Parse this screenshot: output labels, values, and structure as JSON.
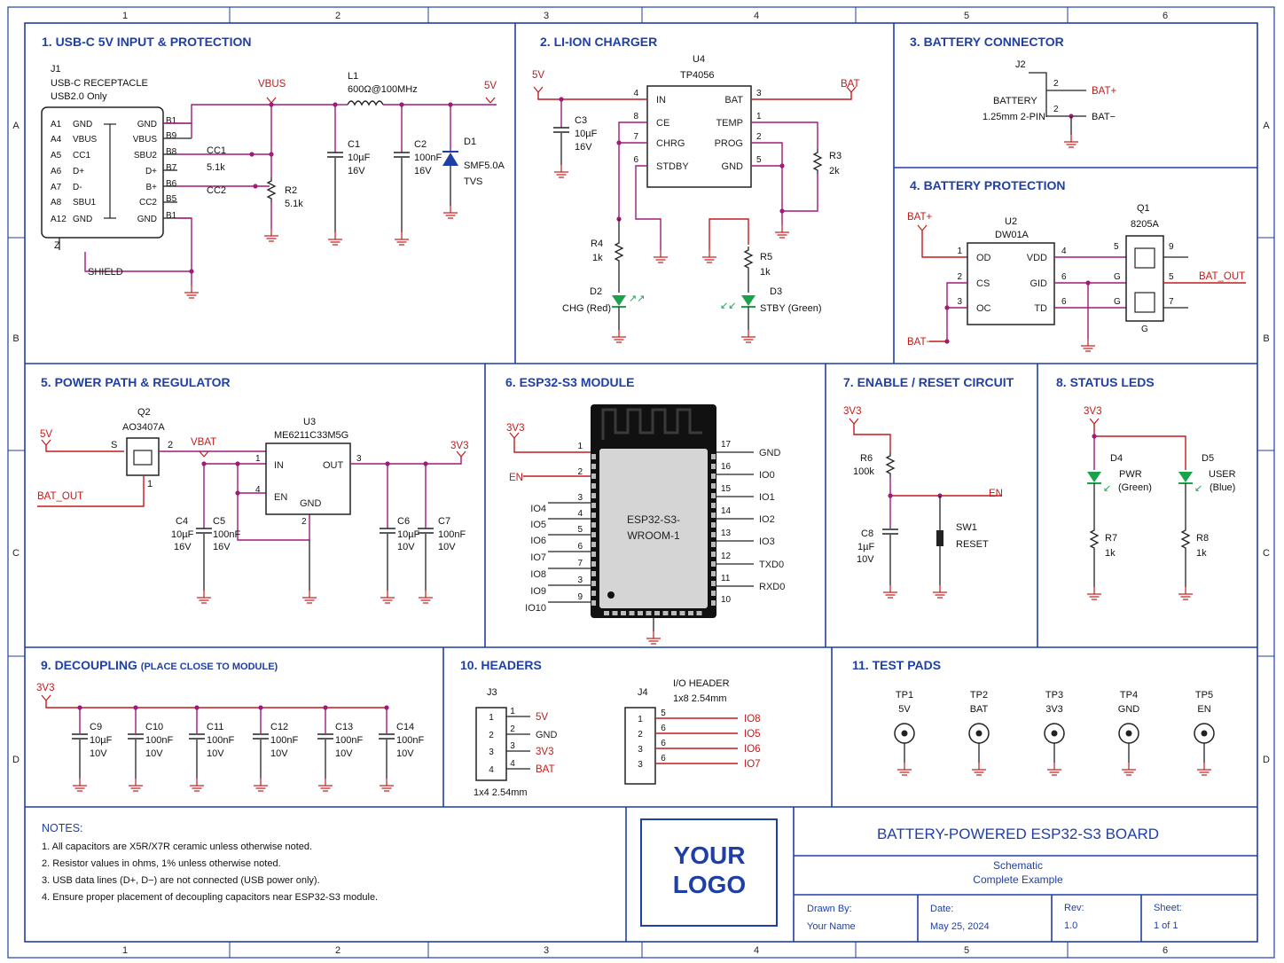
{
  "frame": {
    "cols": [
      "1",
      "2",
      "3",
      "4",
      "5",
      "6"
    ],
    "rows": [
      "A",
      "B",
      "C",
      "D"
    ]
  },
  "sections": {
    "s1": {
      "title": "1. USB-C 5V INPUT & PROTECTION"
    },
    "s2": {
      "title": "2. LI-ION CHARGER"
    },
    "s3": {
      "title": "3. BATTERY CONNECTOR"
    },
    "s4": {
      "title": "4. BATTERY PROTECTION"
    },
    "s5": {
      "title": "5. POWER PATH & REGULATOR"
    },
    "s6": {
      "title": "6. ESP32-S3 MODULE"
    },
    "s7": {
      "title": "7. ENABLE / RESET CIRCUIT"
    },
    "s8": {
      "title": "8. STATUS LEDS"
    },
    "s9": {
      "title": "9. DECOUPLING",
      "note": "(PLACE CLOSE TO MODULE)"
    },
    "s10": {
      "title": "10. HEADERS"
    },
    "s11": {
      "title": "11. TEST PADS"
    }
  },
  "usb": {
    "ref": "J1",
    "name": "USB-C RECEPTACLE",
    "sub": "USB2.0 Only",
    "left_pins": [
      "A1",
      "A4",
      "A5",
      "A6",
      "A7",
      "A8",
      "A12"
    ],
    "left_names": [
      "GND",
      "VBUS",
      "CC1",
      "D+",
      "D-",
      "SBU1",
      "GND"
    ],
    "right_names": [
      "GND",
      "VBUS",
      "SBU2",
      "D+",
      "B+",
      "CC2",
      "GND"
    ],
    "right_pins": [
      "B1",
      "B9",
      "B8",
      "B7",
      "B6",
      "B5",
      "B1"
    ],
    "shield": "SHIELD",
    "z": "Z",
    "cc1": "CC1",
    "cc2": "CC2",
    "r_val": "5.1k",
    "vbus": "VBUS",
    "r2_ref": "R2",
    "r2_val": "5.1k",
    "l1_ref": "L1",
    "l1_val": "600Ω@100MHz",
    "net_5v": "5V",
    "c1_ref": "C1",
    "c1_val": "10µF",
    "c1_v": "16V",
    "c2_ref": "C2",
    "c2_val": "100nF",
    "c2_v": "16V",
    "d1_ref": "D1",
    "d1_val": "SMF5.0A",
    "d1_type": "TVS"
  },
  "charger": {
    "net_5v": "5V",
    "net_bat": "BAT",
    "u_ref": "U4",
    "u_name": "TP4056",
    "pins_left": [
      "IN",
      "CE",
      "CHRG",
      "STDBY"
    ],
    "pins_left_num": [
      "4",
      "8",
      "7",
      "6"
    ],
    "pins_right": [
      "BAT",
      "TEMP",
      "PROG",
      "GND"
    ],
    "pins_right_num": [
      "3",
      "1",
      "2",
      "5"
    ],
    "c3_ref": "C3",
    "c3_val": "10µF",
    "c3_v": "16V",
    "r3_ref": "R3",
    "r3_val": "2k",
    "r4_ref": "R4",
    "r4_val": "1k",
    "r5_ref": "R5",
    "r5_val": "1k",
    "d2_ref": "D2",
    "d2_val": "CHG (Red)",
    "d3_ref": "D3",
    "d3_val": "STBY (Green)"
  },
  "battery": {
    "ref": "J2",
    "name": "BATTERY",
    "pkg": "1.25mm 2-PIN",
    "pin1": "2",
    "pin2": "2",
    "net_pos": "BAT+",
    "net_neg": "BAT−"
  },
  "protection": {
    "net_in": "BAT+",
    "net_neg": "BAT−",
    "net_out": "BAT_OUT",
    "u_ref": "U2",
    "u_name": "DW01A",
    "pins_left": [
      "OD",
      "CS",
      "OC"
    ],
    "pins_left_num": [
      "1",
      "2",
      "3"
    ],
    "pins_right": [
      "VDD",
      "GID",
      "TD"
    ],
    "pins_right_num": [
      "4",
      "6",
      "6"
    ],
    "q_ref": "Q1",
    "q_name": "8205A",
    "q_pins": [
      "5",
      "9",
      "G",
      "5",
      "G",
      "7",
      "G"
    ]
  },
  "regulator": {
    "net_5v": "5V",
    "net_bat_out": "BAT_OUT",
    "net_vbat": "VBAT",
    "net_3v3": "3V3",
    "q_ref": "Q2",
    "q_name": "AO3407A",
    "q_s": "S",
    "q_2": "2",
    "q_1": "1",
    "u_ref": "U3",
    "u_name": "ME6211C33M5G",
    "pin_in": "IN",
    "pin_out": "OUT",
    "pin_en": "EN",
    "pin_gnd": "GND",
    "pin_in_num": "1",
    "pin_en_num": "4",
    "pin_out_num": "3",
    "pin_gnd_num": "2",
    "c4_ref": "C4",
    "c4_val": "10µF",
    "c4_v": "16V",
    "c5_ref": "C5",
    "c5_val": "100nF",
    "c5_v": "16V",
    "c6_ref": "C6",
    "c6_val": "10µF",
    "c6_v": "10V",
    "c7_ref": "C7",
    "c7_val": "100nF",
    "c7_v": "10V"
  },
  "module": {
    "name_1": "ESP32-S3-",
    "name_2": "WROOM-1",
    "net_3v3": "3V3",
    "net_en": "EN",
    "left_nets": [
      "IO4",
      "IO5",
      "IO6",
      "IO7",
      "IO8",
      "IO9",
      "IO10"
    ],
    "left_pins_top": [
      "1",
      "2"
    ],
    "left_pins": [
      "3",
      "4",
      "5",
      "6",
      "7",
      "3",
      "9"
    ],
    "right_pins": [
      "17",
      "16",
      "15",
      "14",
      "13",
      "12",
      "11",
      "10"
    ],
    "right_nets": [
      "GND",
      "IO0",
      "IO1",
      "IO2",
      "IO3",
      "TXD0",
      "RXD0"
    ]
  },
  "reset": {
    "net_3v3": "3V3",
    "net_en": "EN",
    "r6_ref": "R6",
    "r6_val": "100k",
    "c8_ref": "C8",
    "c8_val": "1µF",
    "c8_v": "10V",
    "sw_ref": "SW1",
    "sw_name": "RESET"
  },
  "leds": {
    "net_3v3": "3V3",
    "d4_ref": "D4",
    "d4_name": "PWR",
    "d4_color": "(Green)",
    "d5_ref": "D5",
    "d5_name": "USER",
    "d5_color": "(Blue)",
    "r7_ref": "R7",
    "r7_val": "1k",
    "r8_ref": "R8",
    "r8_val": "1k"
  },
  "decoupling": {
    "net_3v3": "3V3",
    "caps": [
      {
        "ref": "C9",
        "val": "10µF",
        "v": "10V"
      },
      {
        "ref": "C10",
        "val": "100nF",
        "v": "10V"
      },
      {
        "ref": "C11",
        "val": "100nF",
        "v": "10V"
      },
      {
        "ref": "C12",
        "val": "100nF",
        "v": "10V"
      },
      {
        "ref": "C13",
        "val": "100nF",
        "v": "10V"
      },
      {
        "ref": "C14",
        "val": "100nF",
        "v": "10V"
      }
    ]
  },
  "headers": {
    "j3_ref": "J3",
    "j3_pkg": "1x4 2.54mm",
    "j3_pins": [
      "1",
      "2",
      "3",
      "4"
    ],
    "j3_outer": [
      "1",
      "2",
      "3",
      "4"
    ],
    "j3_nets": [
      "5V",
      "GND",
      "3V3",
      "BAT"
    ],
    "j4_ref": "J4",
    "j4_name": "I/O HEADER",
    "j4_pkg": "1x8 2.54mm",
    "j4_pins": [
      "1",
      "2",
      "3",
      "3"
    ],
    "j4_outer": [
      "5",
      "6",
      "6",
      "6"
    ],
    "j4_nets": [
      "IO8",
      "IO5",
      "IO6",
      "IO7"
    ]
  },
  "testpads": [
    {
      "ref": "TP1",
      "net": "5V"
    },
    {
      "ref": "TP2",
      "net": "BAT"
    },
    {
      "ref": "TP3",
      "net": "3V3"
    },
    {
      "ref": "TP4",
      "net": "GND"
    },
    {
      "ref": "TP5",
      "net": "EN"
    }
  ],
  "notes": {
    "heading": "NOTES:",
    "items": [
      "1. All capacitors are X5R/X7R ceramic unless otherwise noted.",
      "2. Resistor values in ohms, 1% unless otherwise noted.",
      "3. USB data lines (D+, D−) are not connected (USB power only).",
      "4. Ensure proper placement of decoupling capacitors near ESP32-S3 module."
    ]
  },
  "titleblock": {
    "logo_1": "YOUR",
    "logo_2": "LOGO",
    "title": "BATTERY-POWERED ESP32-S3 BOARD",
    "sub1": "Schematic",
    "sub2": "Complete Example",
    "drawn_label": "Drawn By:",
    "drawn_value": "Your Name",
    "date_label": "Date:",
    "date_value": "May 25, 2024",
    "rev_label": "Rev:",
    "rev_value": "1.0",
    "sheet_label": "Sheet:",
    "sheet_value": "1 of 1"
  }
}
